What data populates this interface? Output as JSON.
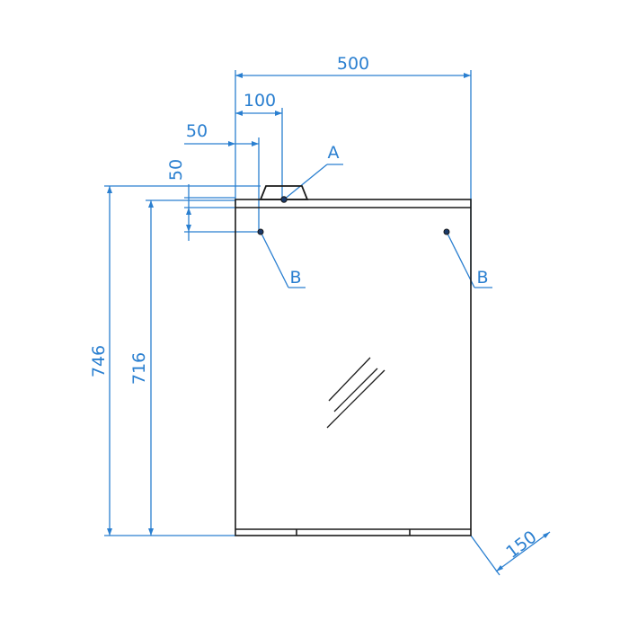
{
  "colors": {
    "dimension": "#2a7fd0",
    "outline": "#1a1a1a",
    "background": "#ffffff"
  },
  "dimensions": {
    "width_total": "500",
    "offset_100": "100",
    "offset_50_h": "50",
    "offset_50_v": "50",
    "height_total": "746",
    "height_mirror": "716",
    "depth": "150"
  },
  "labels": {
    "point_a": "A",
    "point_b_left": "B",
    "point_b_right": "B"
  }
}
